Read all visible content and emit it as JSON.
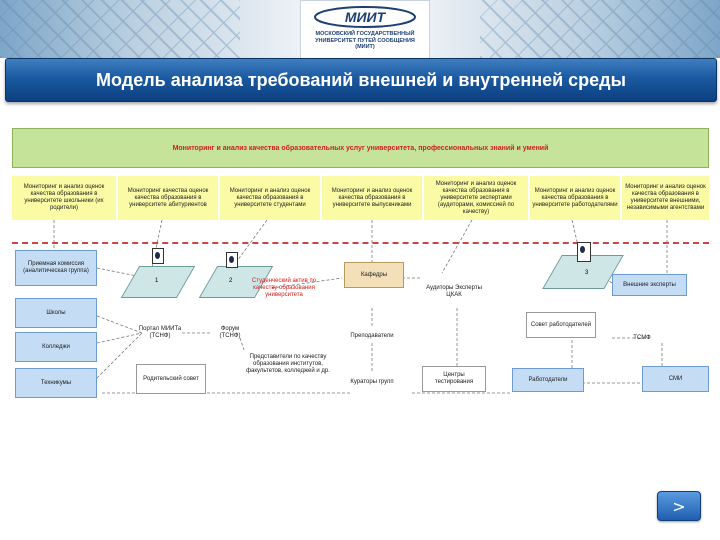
{
  "logo": {
    "brand_text": "МИИТ",
    "subtitle_lines": [
      "МОСКОВСКИЙ ГОСУДАРСТВЕННЫЙ",
      "УНИВЕРСИТЕТ ПУТЕЙ СООБЩЕНИЯ",
      "(МИИТ)"
    ]
  },
  "title": "Модель анализа требований внешней и внутренней среды",
  "diagram": {
    "top_box": "Мониторинг и анализ качества образовательных услуг университета, профессиональных знаний и умений",
    "monitoring": [
      "Мониторинг и анализ оценок качества образования в университете школьники (их родители)",
      "Мониторинг качества оценок качества образования в университете абитуриентов",
      "Мониторинг и анализ оценок качества образования в университете студентами",
      "Мониторинг и анализ оценок качества образования в университете выпускниками",
      "Мониторинг и анализ оценок качества образования в университете экспертами (аудиторами, комиссией по качеству)",
      "Мониторинг и анализ оценок качества образования в университете работодателями",
      "Мониторинг и анализ оценок качества образования в университете внешними, независимыми агентствами"
    ],
    "left_column": [
      "Приемная комиссия (аналитическая группа)",
      "Школы",
      "Колледжи",
      "Техникумы"
    ],
    "doc_numbers": [
      "1",
      "2",
      "3"
    ],
    "portal": "Портал МИИТа (ТСНФ)",
    "forum": "Форум (ТСНФ)",
    "parent_council": "Родительский совет",
    "student_council": "Студенческий актив по качеству образования университета",
    "representatives": "Представители по качеству образования институтов, факультетов, колледжей и др.",
    "departments": "Кафедры",
    "teachers": "Преподаватели",
    "curators": "Кураторы групп",
    "auditors": "Аудиторы Эксперты ЦКАК",
    "testing_centers": "Центры тестирования",
    "employer_council": "Совет работодателей",
    "employers": "Работодатели",
    "external_experts": "Внешние эксперты",
    "tsmf": "ТСМФ",
    "media": "СМИ"
  },
  "nav": {
    "next_label": ">"
  },
  "colors": {
    "title_bar": "#1b5aa1",
    "top_box": "#c6e39a",
    "monitoring_bg": "#fbfba6",
    "blue_box": "#c4ddf4",
    "tan_box": "#f3e0b8",
    "red_text": "#d11c1c",
    "dashed_line": "#cc4444"
  }
}
